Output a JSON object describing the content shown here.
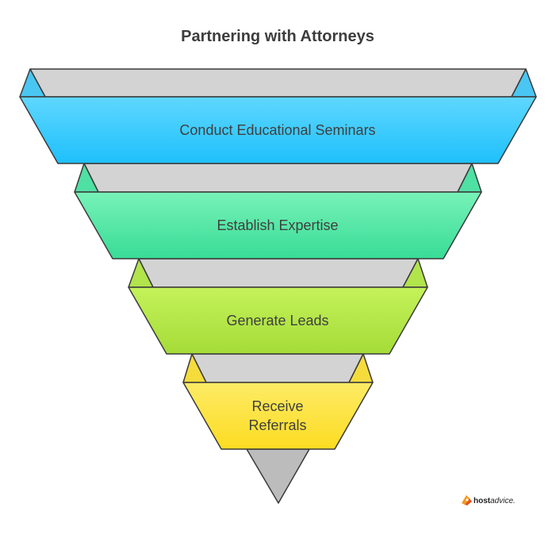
{
  "title": "Partnering with Attorneys",
  "stages": [
    {
      "label_lines": [
        "Conduct Educational Seminars"
      ],
      "color_top": "#5fd7ff",
      "color_bottom": "#1ec0fb",
      "edge_color": "#4ac6f2"
    },
    {
      "label_lines": [
        "Establish Expertise"
      ],
      "color_top": "#78f2b8",
      "color_bottom": "#38dc96",
      "edge_color": "#4fe0a4"
    },
    {
      "label_lines": [
        "Generate Leads"
      ],
      "color_top": "#c4f25a",
      "color_bottom": "#a5dc38",
      "edge_color": "#b2e44c"
    },
    {
      "label_lines": [
        "Receive",
        "Referrals"
      ],
      "color_top": "#fdeb66",
      "color_bottom": "#fddc22",
      "edge_color": "#f5dc3c"
    }
  ],
  "colors": {
    "funnel_gray": "#d3d3d3",
    "funnel_gray_dark": "#bcbcbc",
    "outline": "#3a3a3a"
  },
  "logo": {
    "bold": "host",
    "italic": "advice.",
    "icon": "hostadvice-rocket-icon"
  }
}
